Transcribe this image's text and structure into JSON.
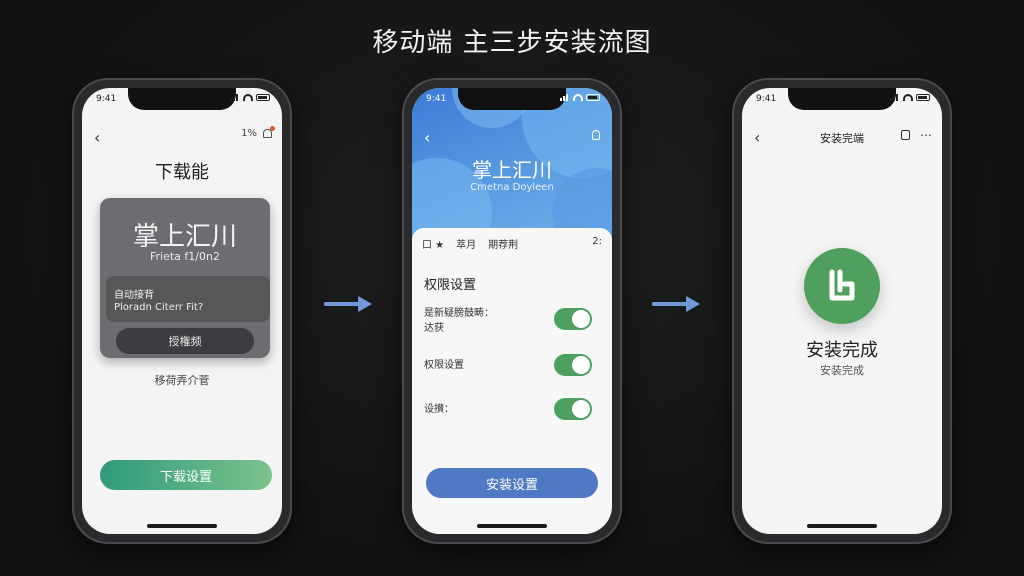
{
  "headline": "移动端 主三步安装流图",
  "status_time": "9:41",
  "colors": {
    "accent_green": "#4da05e",
    "accent_blue": "#4f79c4",
    "arrow_blue": "#6f9ad6"
  },
  "step1": {
    "topright_text": "1%",
    "title": "下载能",
    "card_title": "掌上汇川",
    "card_subtitle": "Frieta f1/0n2",
    "card_row1": "自动接背",
    "card_row2": "Ploradn Citerr Fit?",
    "card_button": "授権频",
    "caption": "移荷弄介菅",
    "download_button": "下载设置"
  },
  "step2": {
    "hero_title": "掌上汇川",
    "hero_subtitle": "Cmetna Doyleen",
    "tabs": [
      "口 ★",
      "萃月",
      "期荐荆"
    ],
    "tab_right": "2:",
    "section_title": "权限设置",
    "rows": [
      {
        "label": "是新疑膀鼓畴：",
        "label2": "达获",
        "enabled": true
      },
      {
        "label": "权限设置",
        "enabled": true
      },
      {
        "label": "设攅：",
        "enabled": true
      }
    ],
    "install_button": "安装设置"
  },
  "step3": {
    "header_title": "安装完端",
    "done_title": "安装完成",
    "done_subtitle": "安装完成"
  }
}
